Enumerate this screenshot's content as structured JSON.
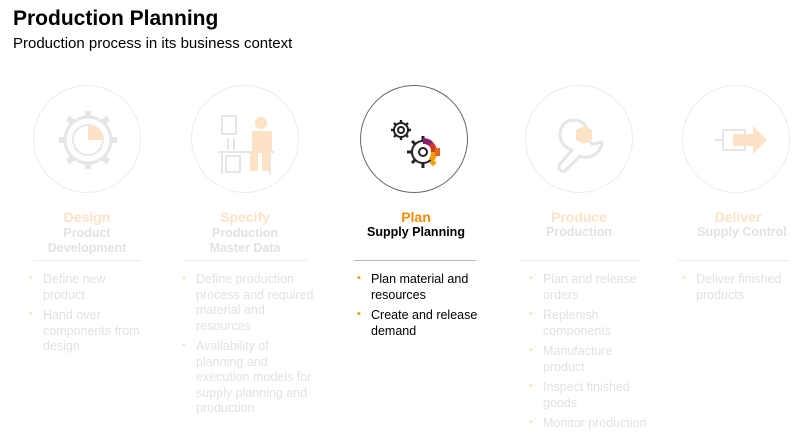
{
  "header": {
    "title": "Production Planning",
    "subtitle": "Production process in its business context"
  },
  "colors": {
    "accent": "#f08c00",
    "faded_accent": "#fde3c6",
    "faded_text": "#e2e2e2"
  },
  "steps": [
    {
      "icon": "gear-icon",
      "name": "Design",
      "sub_line1": "Product",
      "sub_line2": "Development",
      "bullets": [
        "Define new product",
        "Hand over components from design"
      ]
    },
    {
      "icon": "workbench-icon",
      "name": "Specify",
      "sub_line1": "Production",
      "sub_line2": "Master Data",
      "bullets": [
        "Define production process and required material and resources",
        "Availability of planning and execution models for supply planning and production"
      ]
    },
    {
      "icon": "gears-icon",
      "name": "Plan",
      "sub_line1": "Supply Planning",
      "sub_line2": "",
      "bullets": [
        "Plan material and resources",
        "Create and release demand"
      ]
    },
    {
      "icon": "wrench-icon",
      "name": "Produce",
      "sub_line1": "Production",
      "sub_line2": "",
      "bullets": [
        "Plan and release orders",
        "Replenish components",
        "Manufacture product",
        "Inspect finished goods",
        "Monitor production"
      ]
    },
    {
      "icon": "delivery-arrow-icon",
      "name": "Deliver",
      "sub_line1": "Supply Control",
      "sub_line2": "",
      "bullets": [
        "Deliver finished products"
      ]
    }
  ]
}
